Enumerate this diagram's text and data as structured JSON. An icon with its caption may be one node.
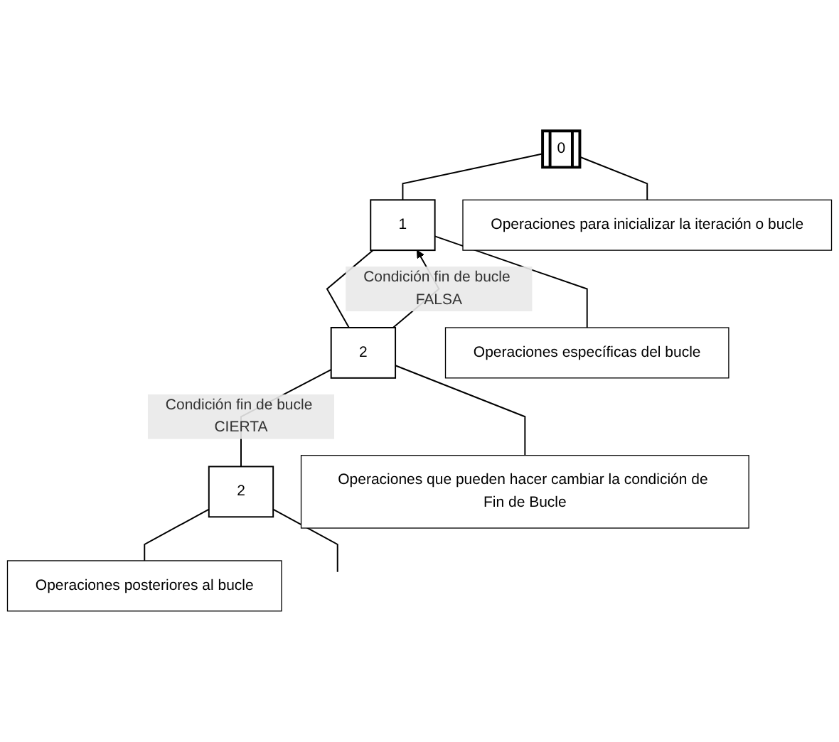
{
  "diagram": {
    "nodes": [
      {
        "text": [
          "0"
        ]
      },
      {
        "text": [
          "Operaciones para inicializar la iteración o bucle"
        ]
      },
      {
        "text": [
          "1"
        ]
      },
      {
        "text": [
          "Operaciones específicas del bucle"
        ]
      },
      {
        "text": [
          "2"
        ]
      },
      {
        "text": [
          "Operaciones que pueden hacer cambiar la condición de Fin de Bucle"
        ]
      },
      {
        "text": [
          "2"
        ]
      },
      {
        "text": [
          "Operaciones posteriores al bucle"
        ]
      }
    ],
    "edges": [
      {
        "from": 0,
        "to": 1,
        "arrow": "none"
      },
      {
        "from": 0,
        "to": 2,
        "arrow": "none"
      },
      {
        "from": 2,
        "to": 3,
        "arrow": "none"
      },
      {
        "from": 2,
        "to": 4,
        "arrow": "none"
      },
      {
        "from": 4,
        "to": 5,
        "arrow": "none"
      },
      {
        "from": 4,
        "to": 2,
        "arrow": "to",
        "label": "Condición fin de bucle FALSA"
      },
      {
        "from": 4,
        "to": 6,
        "arrow": "none",
        "label": "Condición fin de bucle CIERTA"
      },
      {
        "from": 6,
        "to": 7,
        "arrow": "none"
      },
      {
        "from": 6,
        "to": null,
        "arrow": "none"
      }
    ]
  }
}
